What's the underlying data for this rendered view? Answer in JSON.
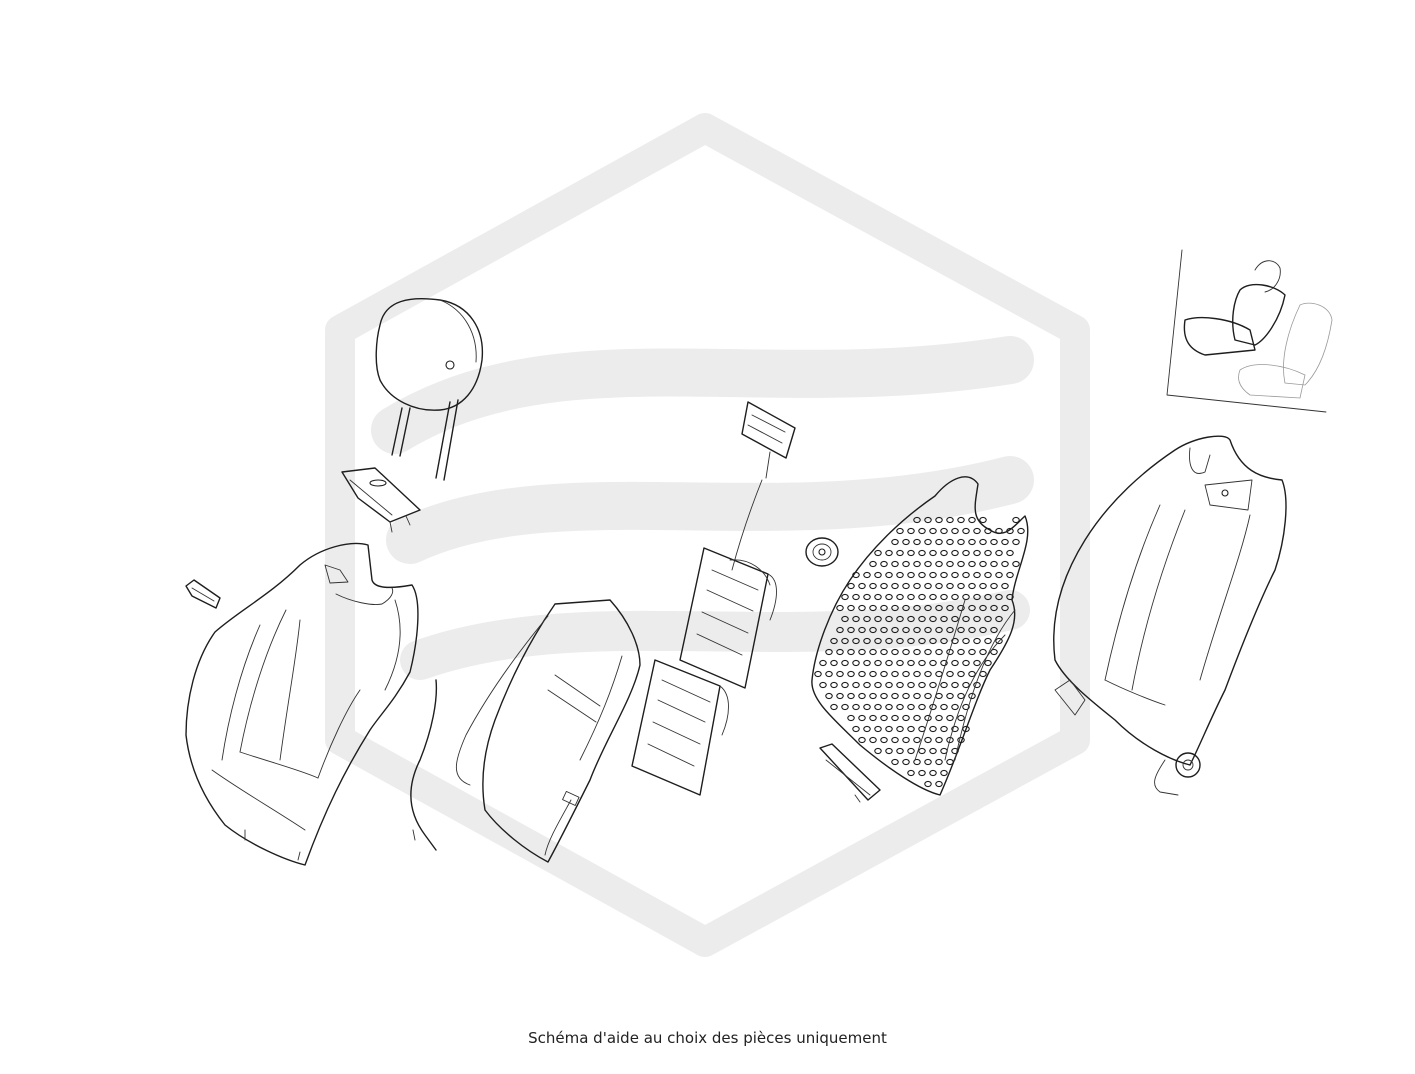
{
  "caption": "Schéma d'aide au choix des pièces uniquement",
  "colors": {
    "background": "#ffffff",
    "line_art": "#1e1e1e",
    "watermark": "#ececec",
    "caption_text": "#222222"
  },
  "icons": {
    "watermark": "hexagon-logo-watermark",
    "locator": "seat-locator-thumbnail"
  }
}
